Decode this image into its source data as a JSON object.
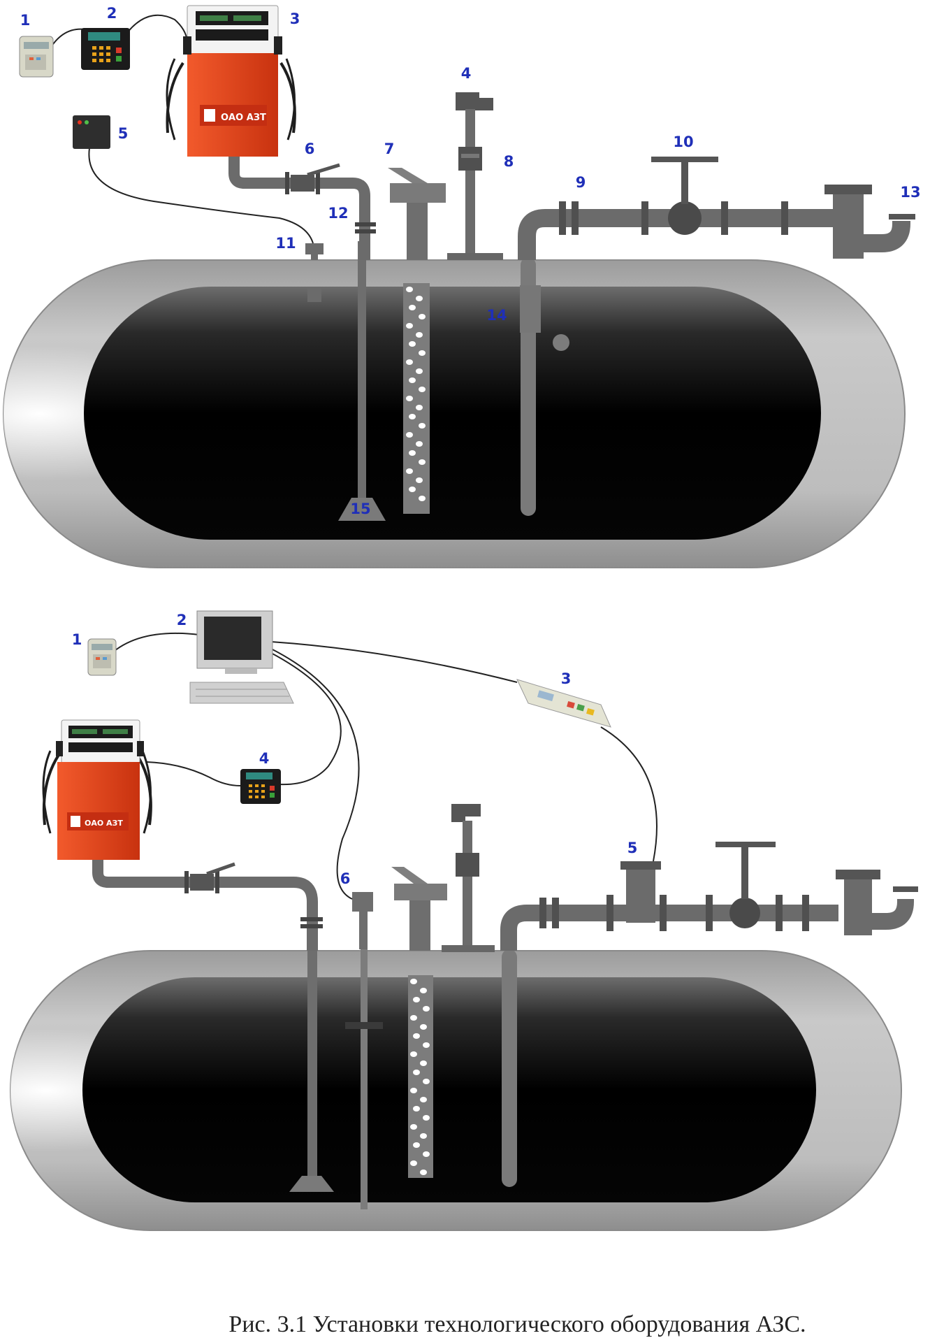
{
  "caption": "Рис. 3.1 Установки технологического оборудования АЗС.",
  "dispenser_badge": "ОАО АЗТ",
  "diagram_top": {
    "labels": [
      "1",
      "2",
      "3",
      "4",
      "5",
      "6",
      "7",
      "8",
      "9",
      "10",
      "11",
      "12",
      "13",
      "14",
      "15"
    ]
  },
  "diagram_bottom": {
    "labels": [
      "1",
      "2",
      "3",
      "4",
      "5",
      "6"
    ]
  },
  "colors": {
    "label_blue": "#1f2fb8",
    "pipe_gray": "#6b6b6b",
    "tank_shell": "#bdbdbd",
    "tank_interior": "#0e0e0e",
    "dispenser_red": "#e0401c"
  }
}
